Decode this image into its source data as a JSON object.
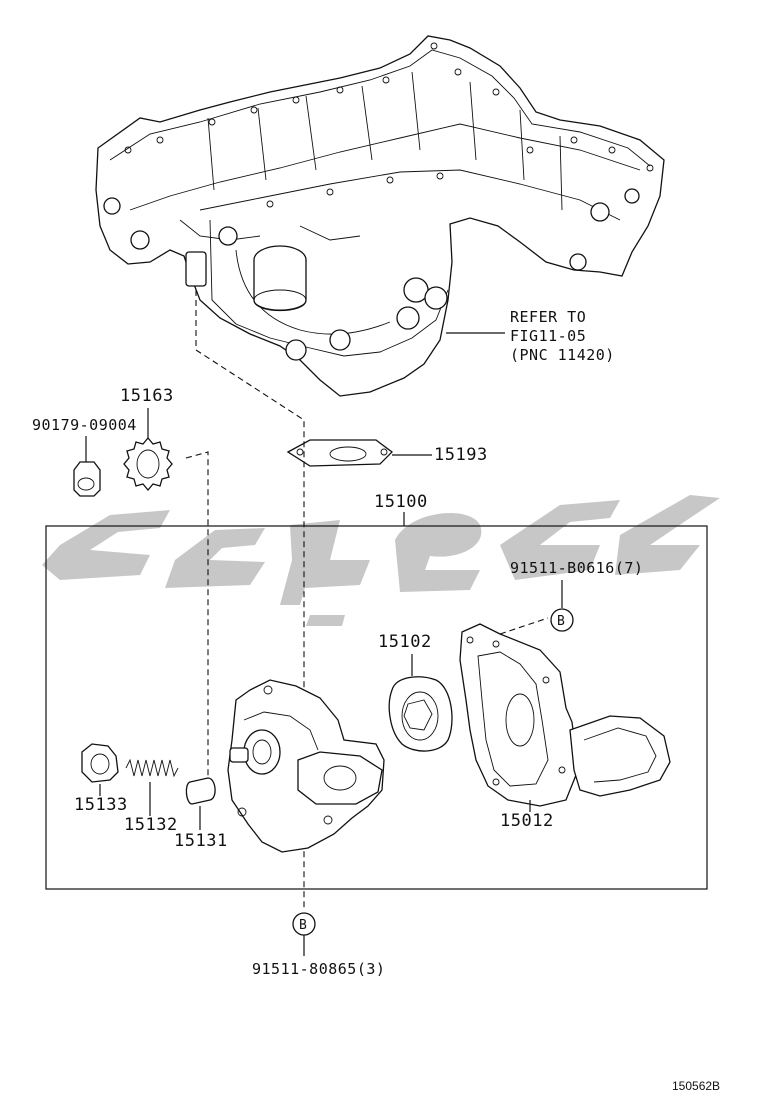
{
  "labels": {
    "oil_pan": "REFER TO",
    "oil_pan_fig": "FIG11-05",
    "oil_pan_pnc": "(PNC 11420)",
    "nut": "90179-09004",
    "sprocket": "15163",
    "gasket": "15193",
    "assembly": "15100",
    "bolt_upper": "91511-B0616(7)",
    "rotor": "15102",
    "strainer": "15012",
    "plug": "15133",
    "spring": "15132",
    "valve": "15131",
    "bolt_lower": "91511-80865(3)",
    "callout_b": "B",
    "figure_id": "150562B"
  }
}
